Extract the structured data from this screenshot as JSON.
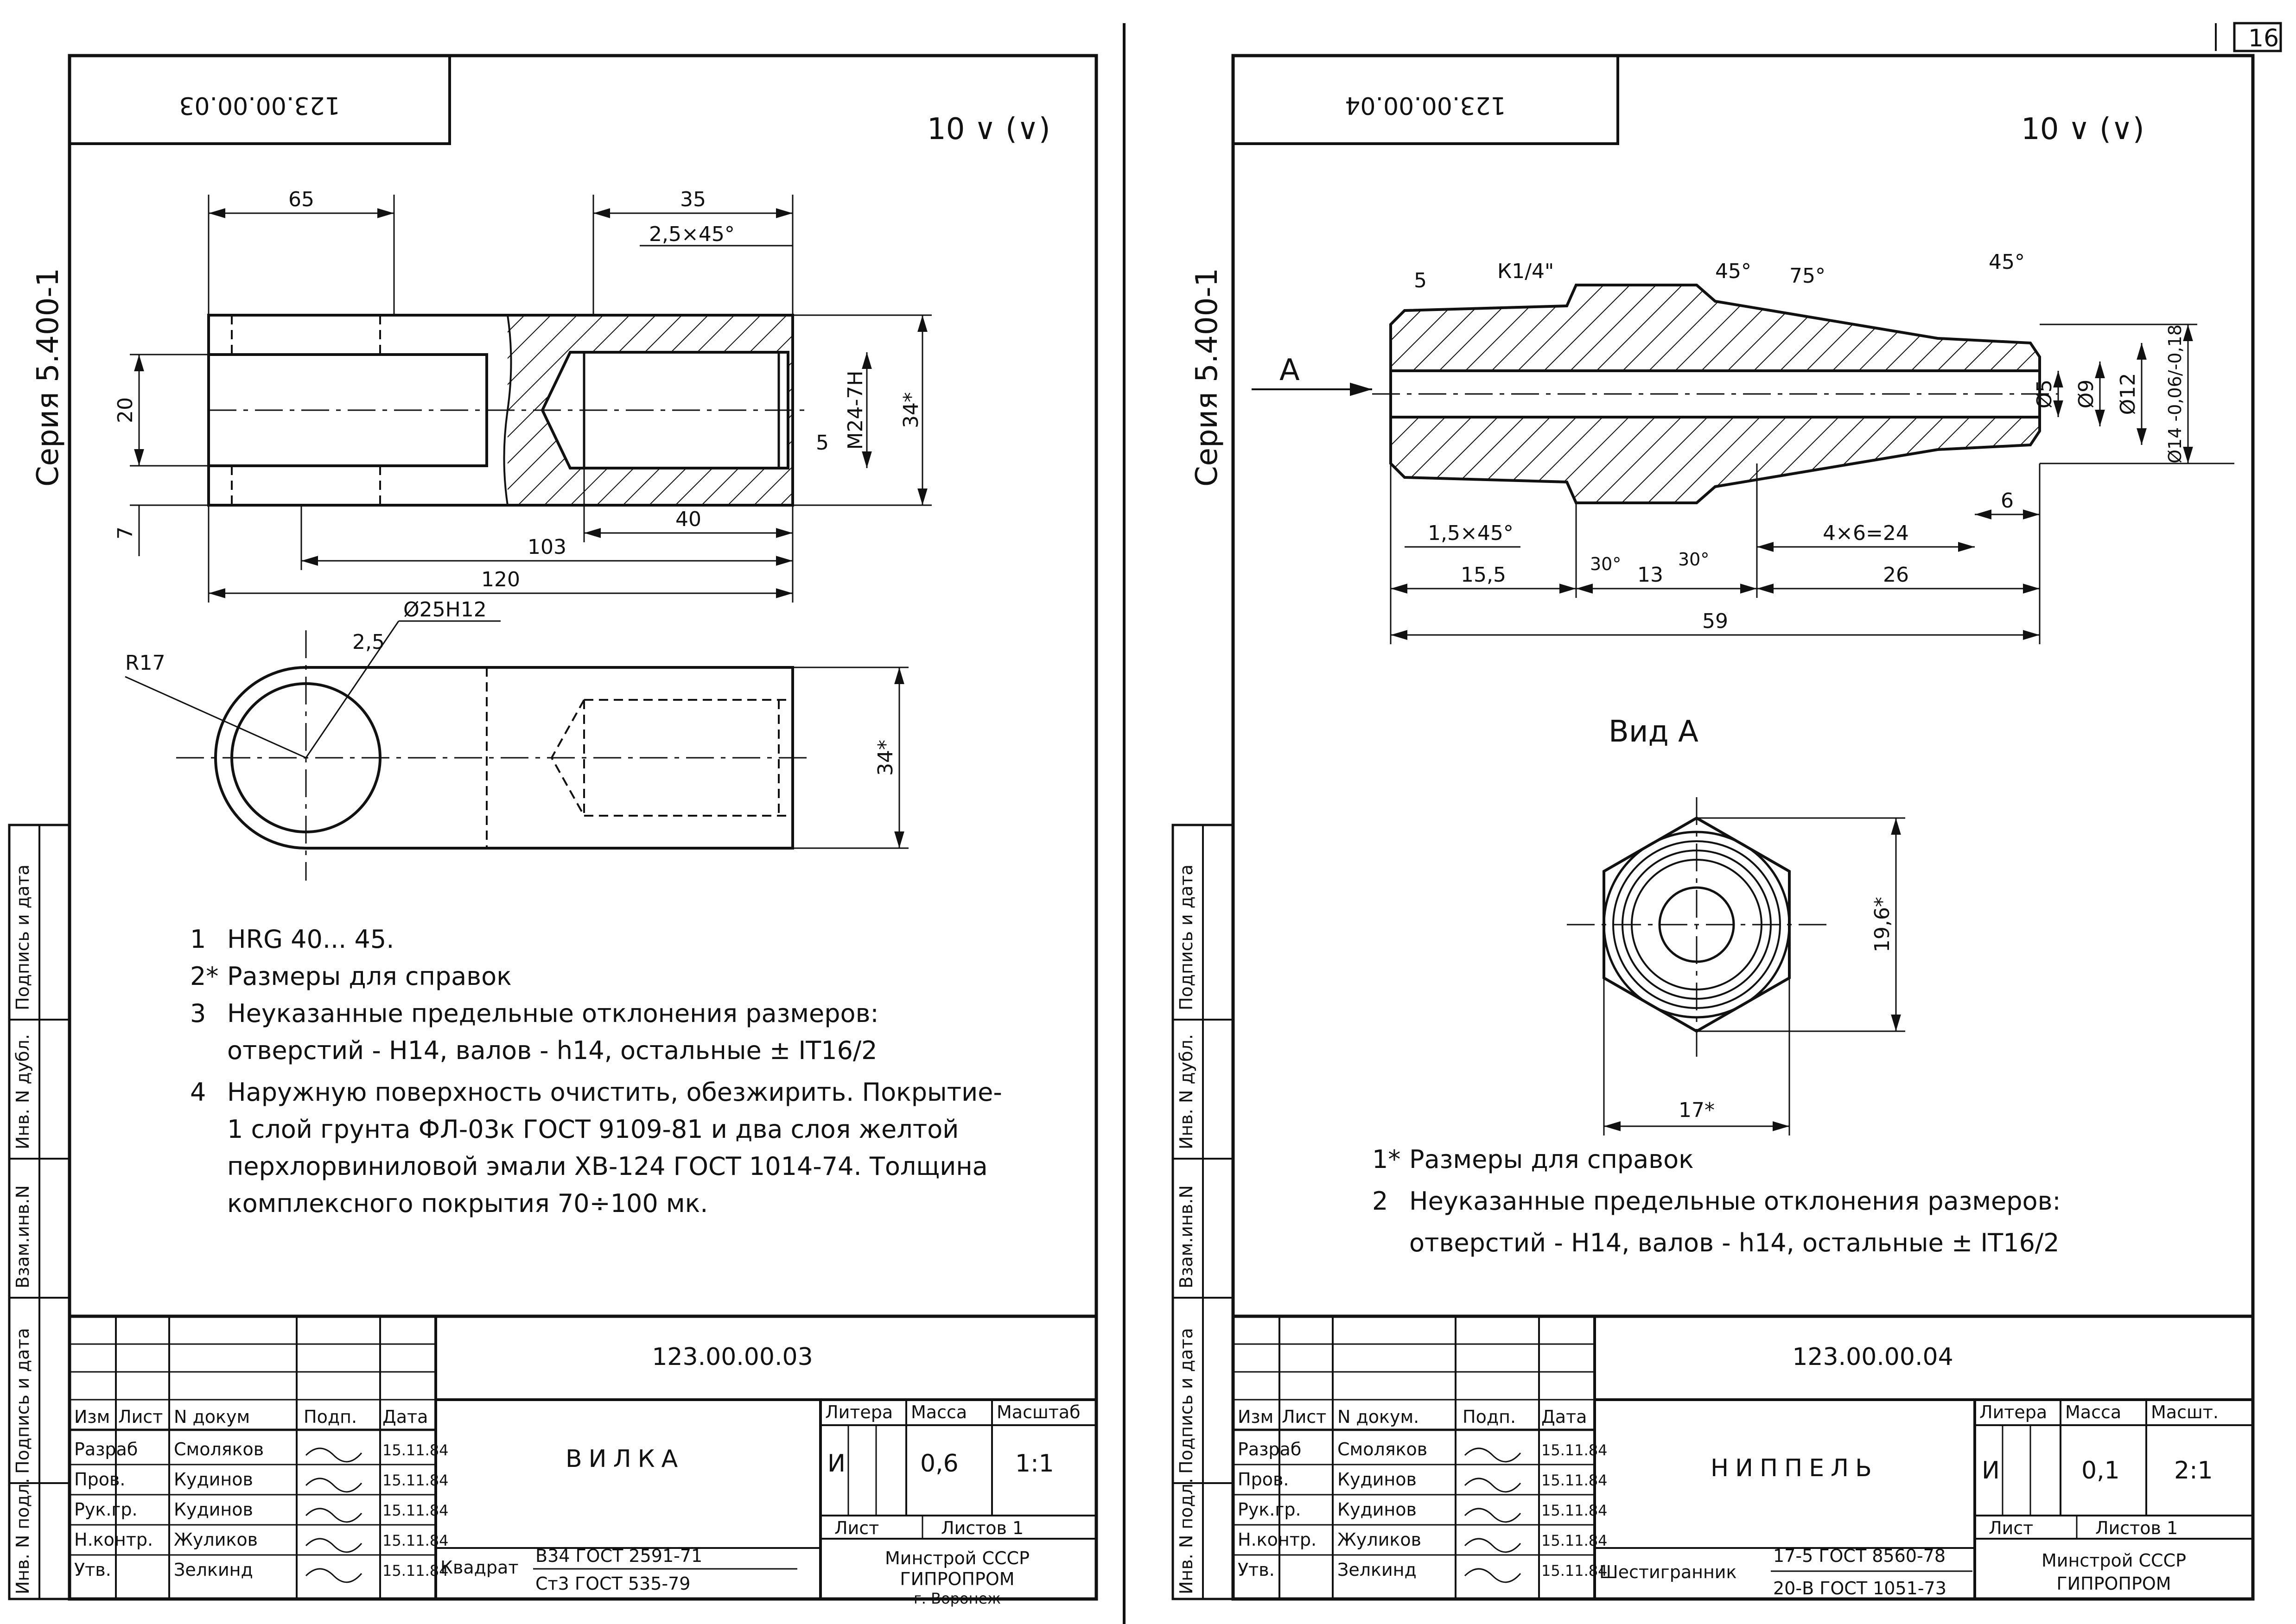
{
  "page_number": "16",
  "series_label": "Серия 5.400-1",
  "stamp_column": {
    "c1": "Подпись и дата",
    "c2": "Инв. N дубл.",
    "c3": "Взам.инв.N",
    "c4": "Подпись и дата",
    "c5": "Инв. N подл."
  },
  "sheet1": {
    "corner_code": "123.00.00.03",
    "roughness": "10 ∨ (∨)",
    "dims": {
      "d65": "65",
      "d35": "35",
      "chamfer": "2,5×45°",
      "d20": "20",
      "d7": "7",
      "thread": "М24-7Н",
      "d34": "34*",
      "d40": "40",
      "d103": "103",
      "d120": "120",
      "r17": "R17",
      "d25": "Ø25Н12",
      "d2_5": "2,5",
      "d34b": "34*",
      "rough5": "5"
    },
    "notes": [
      {
        "num": "1",
        "text": "HRG 40... 45."
      },
      {
        "num": "2*",
        "text": "Размеры для справок"
      },
      {
        "num": "3",
        "text": "Неуказанные предельные отклонения размеров:"
      },
      {
        "num": "",
        "text": "отверстий - Н14, валов - h14, остальные ± IT16/2"
      },
      {
        "num": "4",
        "text": "Наружную поверхность очистить, обезжирить. Покрытие-"
      },
      {
        "num": "",
        "text": "1 слой грунта ФЛ-03к ГОСТ 9109-81 и два слоя желтой"
      },
      {
        "num": "",
        "text": "перхлорвиниловой эмали ХВ-124 ГОСТ 1014-74. Толщина"
      },
      {
        "num": "",
        "text": "комплексного покрытия 70÷100 мк."
      }
    ],
    "title_block": {
      "doc_code": "123.00.00.03",
      "name": "ВИЛКА",
      "hdr": [
        "Изм",
        "Лист",
        "N докум",
        "Подп.",
        "Дата"
      ],
      "rows": [
        {
          "role": "Разраб",
          "name": "Смоляков",
          "date": "15.11.84"
        },
        {
          "role": "Пров.",
          "name": "Кудинов",
          "date": "15.11.84"
        },
        {
          "role": "Рук.гр.",
          "name": "Кудинов",
          "date": "15.11.84"
        },
        {
          "role": "Н.контр.",
          "name": "Жуликов",
          "date": "15.11.84"
        },
        {
          "role": "Утв.",
          "name": "Зелкинд",
          "date": "15.11.84"
        }
      ],
      "litera_lbl": "Литера",
      "massa_lbl": "Масса",
      "masshtab_lbl": "Масштаб",
      "litera": "И",
      "massa": "0,6",
      "masshtab": "1:1",
      "list_lbl": "Лист",
      "listov_lbl": "Листов 1",
      "material_prefix": "Квадрат",
      "material_top": "В34 ГОСТ 2591-71",
      "material_bottom": "Ст3 ГОСТ 535-79",
      "org1": "Минстрой СССР",
      "org2": "ГИПРОПРОМ",
      "org3": "г. Воронеж"
    }
  },
  "sheet2": {
    "corner_code": "123.00.00.04",
    "roughness": "10 ∨ (∨)",
    "dims": {
      "k14": "К1/4\"",
      "r5": "5",
      "a45a": "45°",
      "a75": "75°",
      "a45b": "45°",
      "viewA": "А",
      "d5": "Ø5",
      "d9": "Ø9",
      "d12": "Ø12",
      "d14": "Ø14 -0,06/-0,18",
      "chamfer": "1,5×45°",
      "d6": "6",
      "d4x6": "4×6=24",
      "a30a": "30°",
      "a30b": "30°",
      "d15_5": "15,5",
      "d13": "13",
      "d26": "26",
      "d59": "59",
      "view_title": "Вид А",
      "d19_6": "19,6*",
      "d17": "17*"
    },
    "notes": [
      {
        "num": "1*",
        "text": "Размеры для справок"
      },
      {
        "num": "2",
        "text": "Неуказанные предельные отклонения размеров:"
      },
      {
        "num": "",
        "text": "отверстий - Н14, валов - h14, остальные ± IT16/2"
      }
    ],
    "title_block": {
      "doc_code": "123.00.00.04",
      "name": "НИППЕЛЬ",
      "hdr": [
        "Изм",
        "Лист",
        "N докум.",
        "Подп.",
        "Дата"
      ],
      "rows": [
        {
          "role": "Разраб",
          "name": "Смоляков",
          "date": "15.11.84"
        },
        {
          "role": "Пров.",
          "name": "Кудинов",
          "date": "15.11.84"
        },
        {
          "role": "Рук.гр.",
          "name": "Кудинов",
          "date": "15.11.84"
        },
        {
          "role": "Н.контр.",
          "name": "Жуликов",
          "date": "15.11.84"
        },
        {
          "role": "Утв.",
          "name": "Зелкинд",
          "date": "15.11.84"
        }
      ],
      "litera_lbl": "Литера",
      "massa_lbl": "Масса",
      "masshtab_lbl": "Масшт.",
      "litera": "И",
      "massa": "0,1",
      "masshtab": "2:1",
      "list_lbl": "Лист",
      "listov_lbl": "Листов 1",
      "material_prefix": "Шестигранник",
      "material_top": "17-5 ГОСТ 8560-78",
      "material_bottom": "20-В ГОСТ 1051-73",
      "org1": "Минстрой СССР",
      "org2": "ГИПРОПРОМ"
    }
  }
}
